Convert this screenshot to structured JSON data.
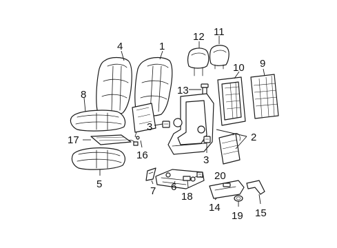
{
  "callouts": {
    "c1": "1",
    "c2": "2",
    "c3a": "3",
    "c3b": "3",
    "c4": "4",
    "c5": "5",
    "c6": "6",
    "c7": "7",
    "c8": "8",
    "c9": "9",
    "c10": "10",
    "c11": "11",
    "c12": "12",
    "c13": "13",
    "c14": "14",
    "c15": "15",
    "c16": "16",
    "c17": "17",
    "c18": "18",
    "c19": "19",
    "c20": "20"
  },
  "colors": {
    "line": "#1a1a1a",
    "background": "#ffffff"
  }
}
